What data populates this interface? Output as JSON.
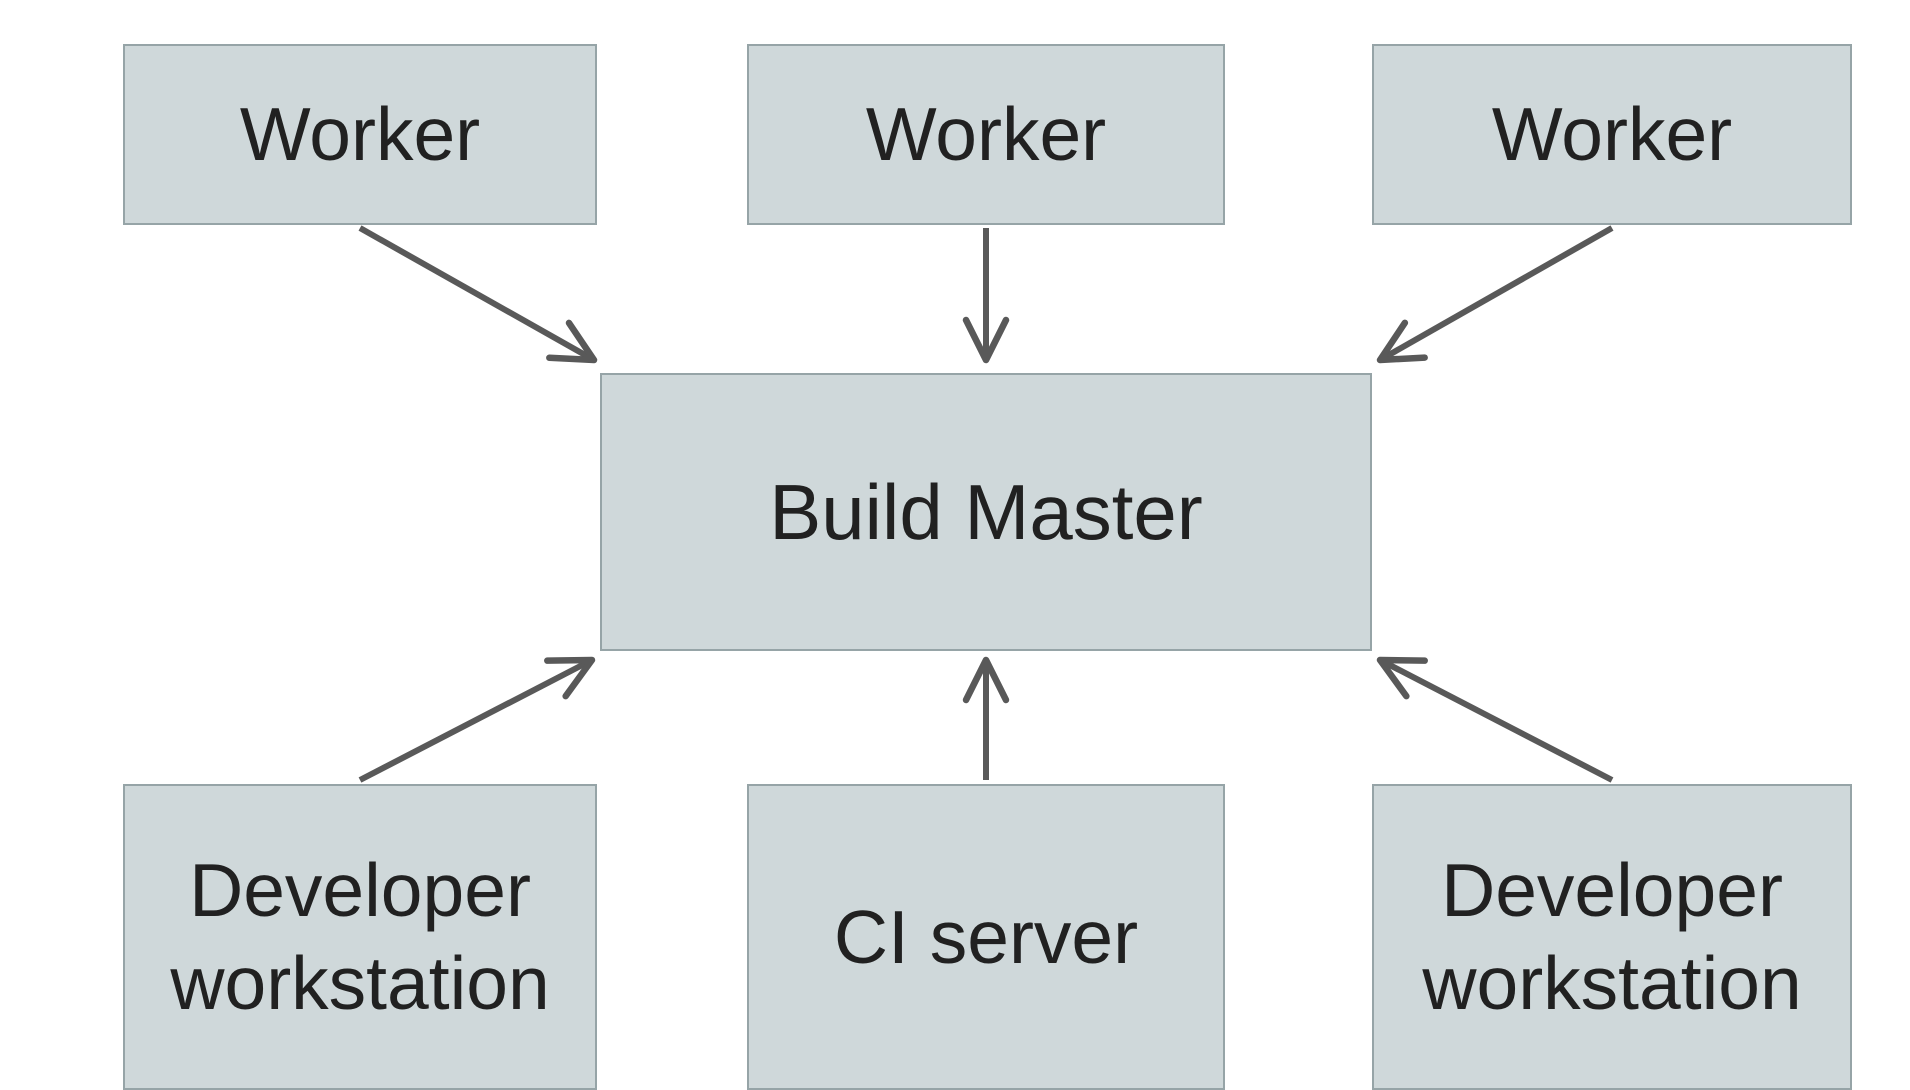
{
  "diagram": {
    "colors": {
      "node_fill": "#cfd8da",
      "node_border": "#96a4a7",
      "arrow": "#595959",
      "text": "#212121",
      "background": "#ffffff"
    },
    "nodes": [
      {
        "id": "worker-1",
        "label": "Worker"
      },
      {
        "id": "worker-2",
        "label": "Worker"
      },
      {
        "id": "worker-3",
        "label": "Worker"
      },
      {
        "id": "build-master",
        "label": "Build Master"
      },
      {
        "id": "developer-workstation-left",
        "label": "Developer workstation"
      },
      {
        "id": "ci-server",
        "label": "CI server"
      },
      {
        "id": "developer-workstation-right",
        "label": "Developer workstation"
      }
    ],
    "edges": [
      {
        "from": "worker-1",
        "to": "build-master"
      },
      {
        "from": "worker-2",
        "to": "build-master"
      },
      {
        "from": "worker-3",
        "to": "build-master"
      },
      {
        "from": "developer-workstation-left",
        "to": "build-master"
      },
      {
        "from": "ci-server",
        "to": "build-master"
      },
      {
        "from": "developer-workstation-right",
        "to": "build-master"
      }
    ]
  }
}
